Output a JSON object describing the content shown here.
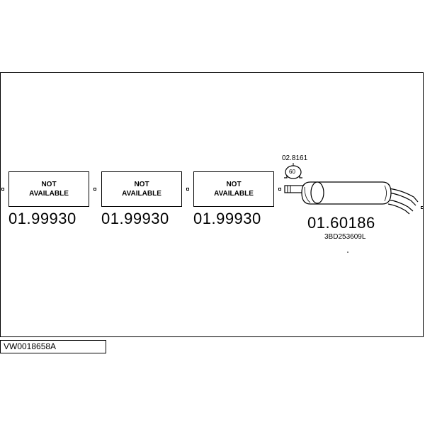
{
  "placeholder_text": "NOT\nAVAILABLE",
  "sections": [
    {
      "part_number": "01.99930"
    },
    {
      "part_number": "01.99930"
    },
    {
      "part_number": "01.99930"
    }
  ],
  "clamp": {
    "part_number": "02.8161",
    "size": "60"
  },
  "muffler": {
    "part_number": "01.60186",
    "oem_number": "3BD253609L"
  },
  "reference": "VW0018658A"
}
